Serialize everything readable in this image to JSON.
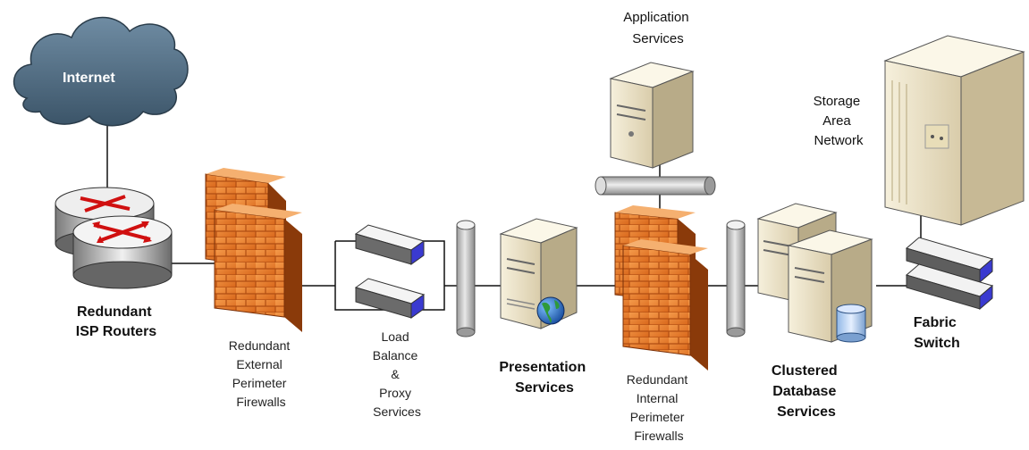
{
  "nodes": {
    "internet": {
      "label": "Internet"
    },
    "isp_routers": {
      "label_line1": "Redundant",
      "label_line2": "ISP Routers"
    },
    "external_firewalls": {
      "label_line1": "Redundant",
      "label_line2": "External",
      "label_line3": "Perimeter",
      "label_line4": "Firewalls"
    },
    "load_balance": {
      "label_line1": "Load",
      "label_line2": "Balance",
      "label_line3": "&",
      "label_line4": "Proxy",
      "label_line5": "Services"
    },
    "presentation": {
      "label_line1": "Presentation",
      "label_line2": "Services"
    },
    "application": {
      "label_line1": "Application",
      "label_line2": "Services"
    },
    "internal_firewalls": {
      "label_line1": "Redundant",
      "label_line2": "Internal",
      "label_line3": "Perimeter",
      "label_line4": "Firewalls"
    },
    "database": {
      "label_line1": "Clustered",
      "label_line2": "Database",
      "label_line3": "Services"
    },
    "storage": {
      "label_line1": "Storage",
      "label_line2": "Area",
      "label_line3": "Network"
    },
    "fabric_switch": {
      "label_line1": "Fabric",
      "label_line2": "Switch"
    }
  },
  "icons": [
    "cloud-icon",
    "router-icon",
    "firewall-icon",
    "load-balancer-icon",
    "network-bus-icon",
    "server-icon",
    "globe-icon",
    "database-icon",
    "storage-array-icon",
    "switch-icon"
  ],
  "colors": {
    "firewall": "#e8792a",
    "cloud": "#5c7a92",
    "router_arrow": "#d01010",
    "server": "#efe6c8",
    "switch_accent": "#3a3ad0"
  }
}
